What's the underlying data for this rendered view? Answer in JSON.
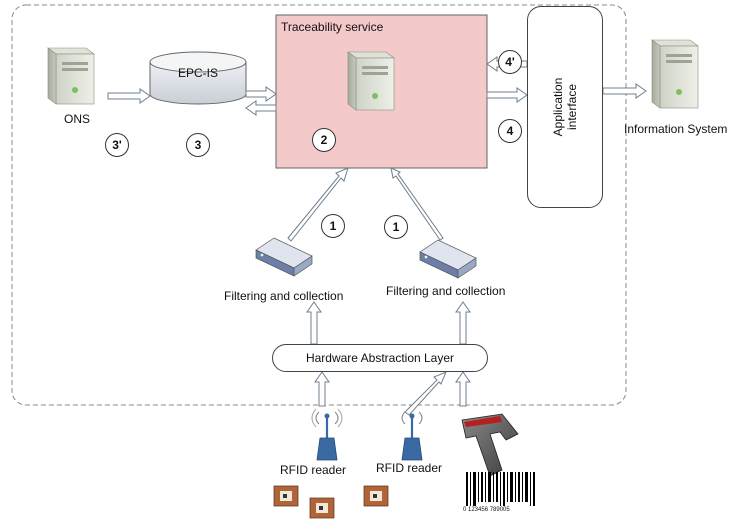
{
  "labels": {
    "traceability_service": "Traceability service",
    "epc_is": "EPC-IS",
    "ons": "ONS",
    "application_interface_line1": "Application",
    "application_interface_line2": "interface",
    "information_system": "Information System",
    "filtering_left": "Filtering and collection",
    "filtering_right": "Filtering and collection",
    "hardware_abstraction_layer": "Hardware Abstraction Layer",
    "rfid_reader_left": "RFID reader",
    "rfid_reader_right": "RFID reader",
    "barcode_digits": "0 123456 789005"
  },
  "step_numbers": {
    "ons_step": "3'",
    "epc_step": "3",
    "service_step": "2",
    "app_top_step": "4'",
    "app_bottom_step": "4",
    "reader_left_step": "1",
    "reader_right_step": "1"
  },
  "colors": {
    "service_box_fill": "#f3c9c9",
    "arrow_fill": "#ffffff",
    "arrow_stroke": "#6f7f90",
    "boundary_stroke": "#888888"
  }
}
